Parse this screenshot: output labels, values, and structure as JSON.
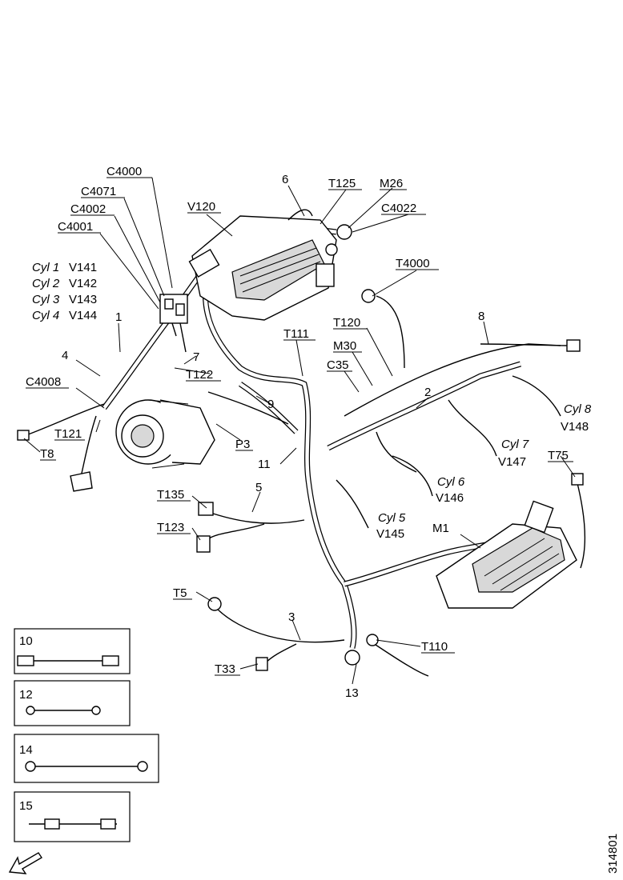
{
  "labels": {
    "c4000": "C4000",
    "c4071": "C4071",
    "c4002": "C4002",
    "c4001": "C4001",
    "cyl1": "Cyl 1",
    "cyl1_v": "V141",
    "cyl2": "Cyl 2",
    "cyl2_v": "V142",
    "cyl3": "Cyl 3",
    "cyl3_v": "V143",
    "cyl4": "Cyl 4",
    "cyl4_v": "V144",
    "n1": "1",
    "n4": "4",
    "c4008": "C4008",
    "t121": "T121",
    "t8": "T8",
    "v120": "V120",
    "n6": "6",
    "t125": "T125",
    "m26": "M26",
    "c4022": "C4022",
    "t4000": "T4000",
    "t120": "T120",
    "m30": "M30",
    "t111": "T111",
    "c35": "C35",
    "n8": "8",
    "n2": "2",
    "n7": "7",
    "t122": "T122",
    "n9": "9",
    "p3": "P3",
    "n11": "11",
    "cyl8": "Cyl 8",
    "cyl8_v": "V148",
    "cyl7": "Cyl 7",
    "cyl7_v": "V147",
    "t75": "T75",
    "cyl6": "Cyl 6",
    "cyl6_v": "V146",
    "cyl5": "Cyl 5",
    "cyl5_v": "V145",
    "m1": "M1",
    "t135": "T135",
    "n5": "5",
    "t123": "T123",
    "t5": "T5",
    "n3": "3",
    "t110": "T110",
    "t33": "T33",
    "n13": "13",
    "doc_id": "314801"
  },
  "legend": [
    {
      "number": "10"
    },
    {
      "number": "12"
    },
    {
      "number": "14"
    },
    {
      "number": "15"
    }
  ]
}
